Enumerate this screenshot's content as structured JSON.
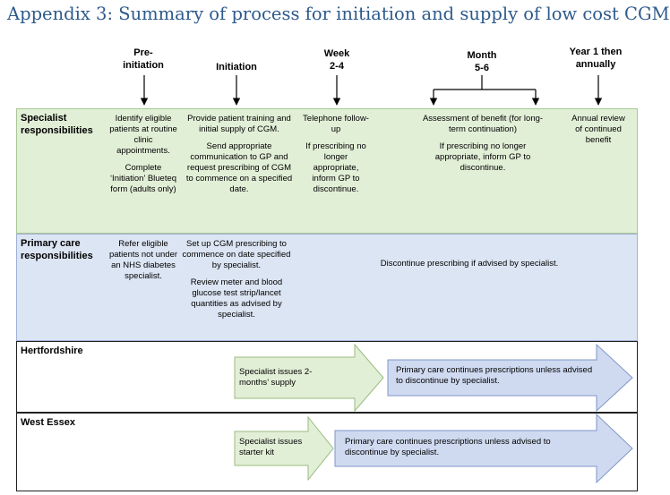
{
  "title": "Appendix 3: Summary of process for initiation and supply of low cost CGM",
  "stages": [
    {
      "id": "pre",
      "line1": "Pre-",
      "line2": "initiation"
    },
    {
      "id": "init",
      "line1": "Initiation",
      "line2": ""
    },
    {
      "id": "week",
      "line1": "Week",
      "line2": "2-4"
    },
    {
      "id": "month",
      "line1": "Month",
      "line2": "5-6"
    },
    {
      "id": "year",
      "line1": "Year 1 then",
      "line2": "annually"
    }
  ],
  "specialist": {
    "heading_line1": "Specialist",
    "heading_line2": "responsibilities",
    "pre_p1": "Identify eligible patients at routine clinic appointments.",
    "pre_p2": "Complete ‘Initiation’ Blueteq form (adults only)",
    "init_p1": "Provide patient training and initial supply of CGM.",
    "init_p2": "Send appropriate communication to GP and request prescribing of CGM to commence on a specified date.",
    "week_p1": "Telephone follow-up",
    "week_p2": "If prescribing no longer appropriate, inform GP to discontinue.",
    "month_p1": "Assessment of benefit (for long-term continuation)",
    "month_p2": "If prescribing no longer appropriate, inform GP to discontinue.",
    "year_p1": "Annual review of continued benefit"
  },
  "primary": {
    "heading_line1": "Primary care",
    "heading_line2": "responsibilities",
    "pre_p1": "Refer eligible patients not under an NHS diabetes specialist.",
    "init_p1": "Set up CGM prescribing to commence on date specified by specialist.",
    "init_p2": "Review meter and blood glucose test strip/lancet quantities as advised by specialist.",
    "rest_p1": "Discontinue prescribing if advised by specialist."
  },
  "hertfordshire": {
    "heading": "Hertfordshire",
    "specialist_arrow": "Specialist issues 2-months’ supply",
    "primary_arrow": "Primary care continues prescriptions unless advised to discontinue by specialist."
  },
  "west_essex": {
    "heading": "West Essex",
    "specialist_arrow": "Specialist issues starter kit",
    "primary_arrow": "Primary care continues prescriptions unless advised to discontinue by specialist."
  },
  "colors": {
    "title": "#2e5a8c",
    "specialist_band": "#e2efd7",
    "primary_band": "#dce5f3",
    "green_arrow_fill": "#e2efd7",
    "green_arrow_stroke": "#9bbb7e",
    "blue_arrow_fill": "#cfdaf0",
    "blue_arrow_stroke": "#7f97c9"
  }
}
